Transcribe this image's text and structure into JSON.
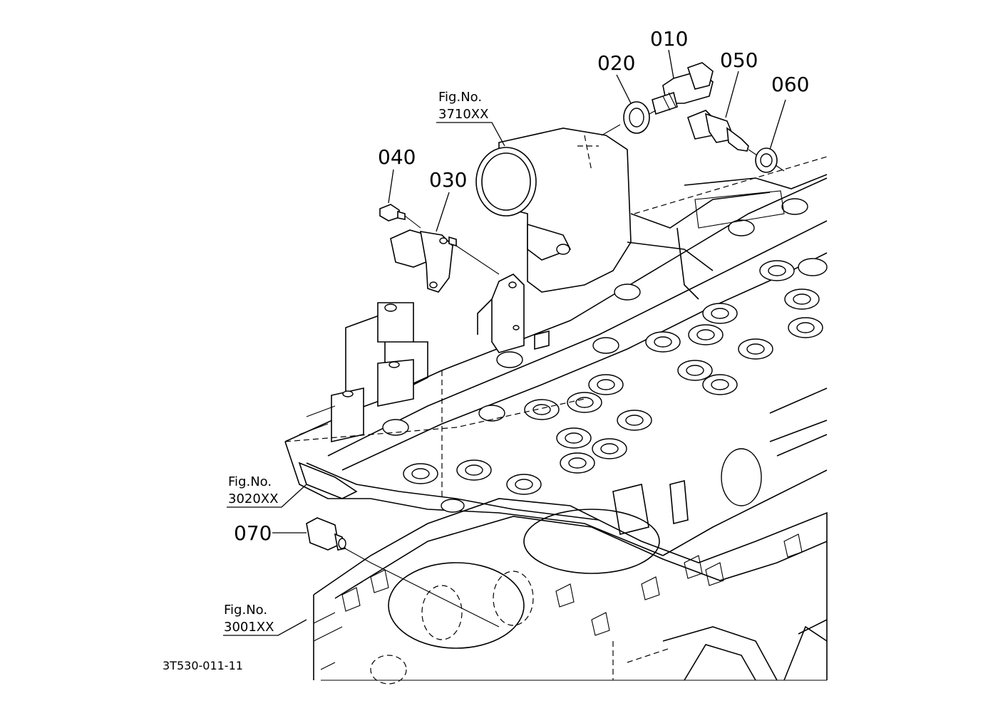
{
  "callouts": [
    {
      "id": "010",
      "label": "010"
    },
    {
      "id": "020",
      "label": "020"
    },
    {
      "id": "030",
      "label": "030"
    },
    {
      "id": "040",
      "label": "040"
    },
    {
      "id": "050",
      "label": "050"
    },
    {
      "id": "060",
      "label": "060"
    },
    {
      "id": "070",
      "label": "070"
    }
  ],
  "figrefs": [
    {
      "line1": "Fig.No.",
      "line2": "3710XX"
    },
    {
      "line1": "Fig.No.",
      "line2": "3020XX"
    },
    {
      "line1": "Fig.No.",
      "line2": "3001XX"
    }
  ],
  "drawing_code": "3T530-011-11"
}
